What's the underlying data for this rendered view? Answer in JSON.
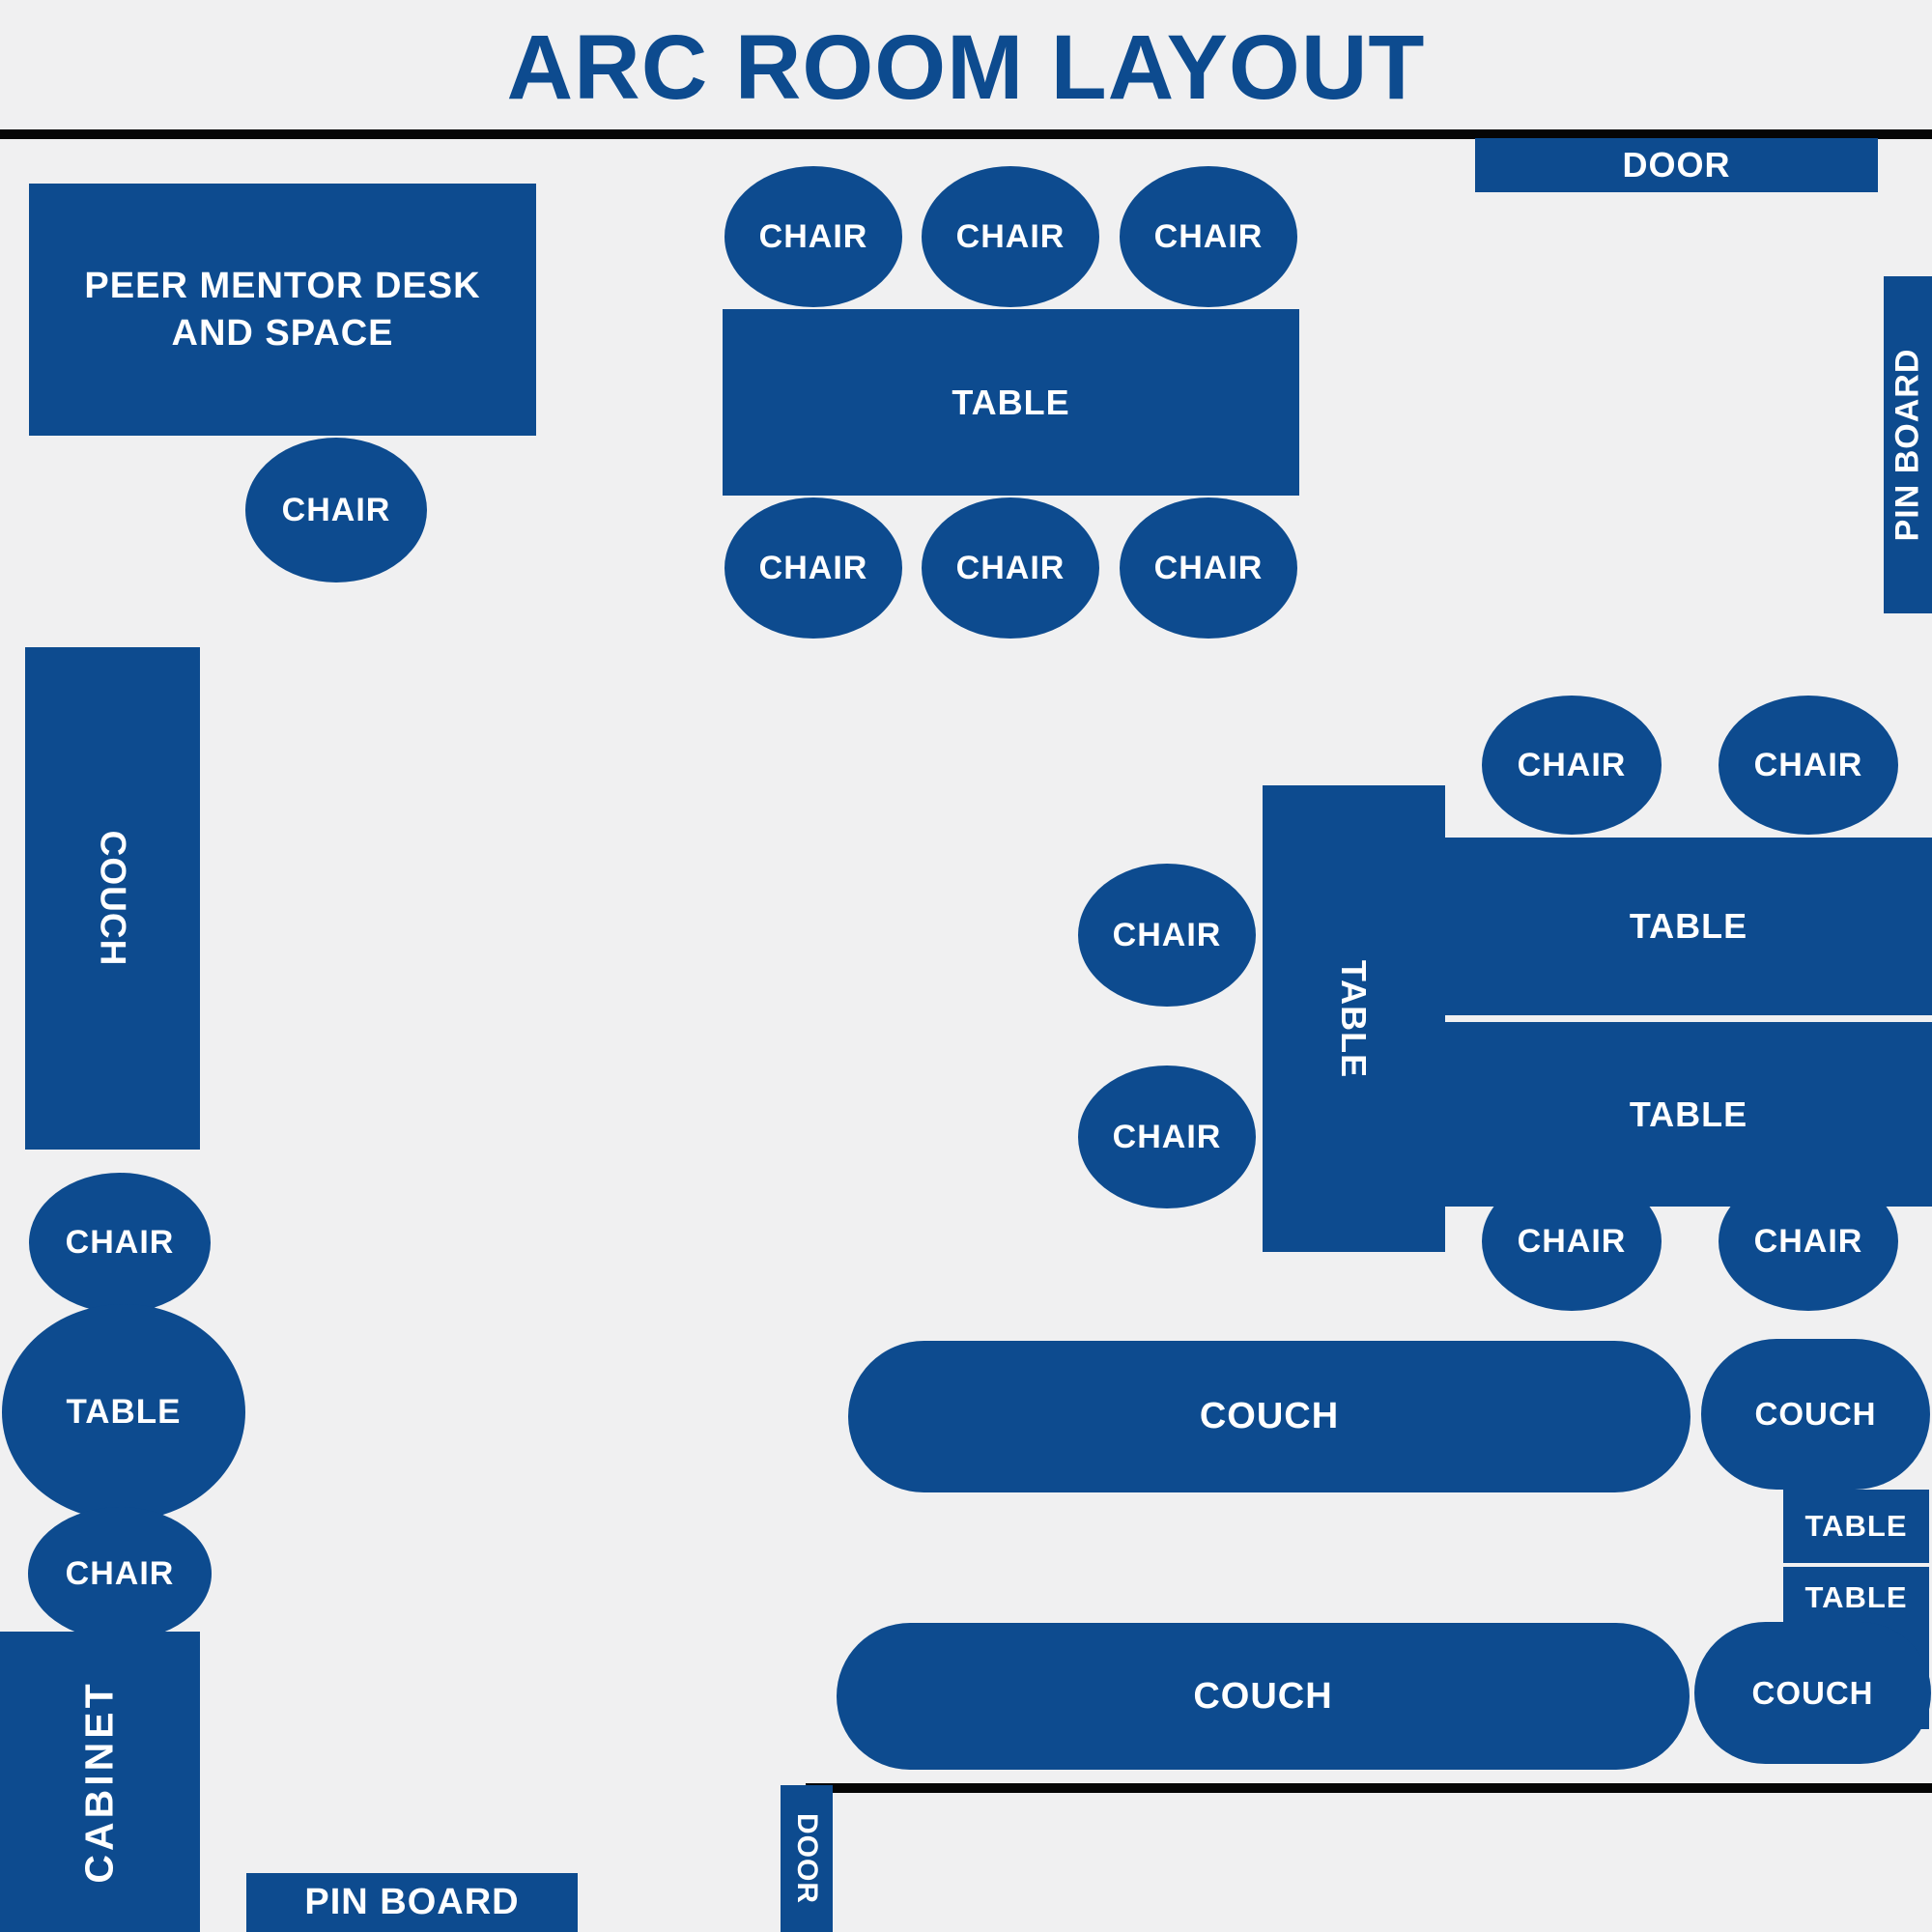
{
  "title": "ARC ROOM LAYOUT",
  "labels": {
    "chair": "CHAIR",
    "table": "TABLE",
    "couch": "COUCH",
    "door": "DOOR",
    "pin_board": "PIN BOARD",
    "cabinet": "CABINET",
    "peer_mentor_desk": "PEER MENTOR DESK AND SPACE"
  },
  "colors": {
    "shape_blue": "#0d4b8f",
    "background_grey": "#f0f0f1",
    "divider_black": "#050505",
    "label_white": "#ffffff"
  },
  "inventory": {
    "chairs": 15,
    "tables": 7,
    "couches": 5,
    "doors": 2,
    "pin_boards": 2,
    "cabinets": 1,
    "peer_mentor_desks": 1
  }
}
